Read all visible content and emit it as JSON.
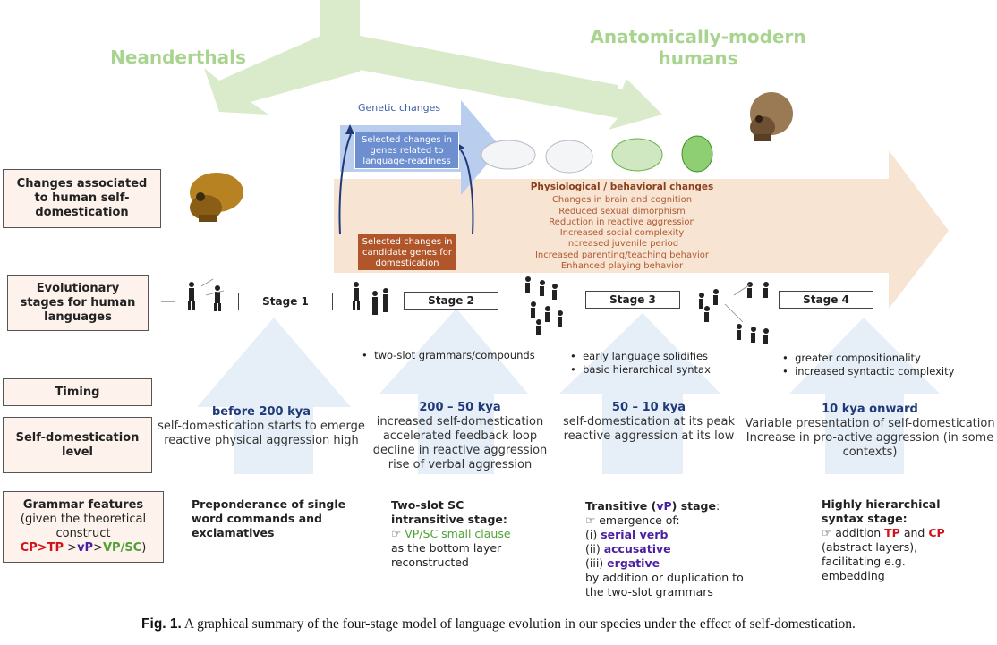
{
  "species": {
    "neanderthals": "Neanderthals",
    "amh_line1": "Anatomically-modern",
    "amh_line2": "humans"
  },
  "rows": {
    "changes": "Changes associated to human self-domestication",
    "stages": "Evolutionary stages for human languages",
    "timing": "Timing",
    "selfdom": "Self-domestication level",
    "grammar_title": "Grammar features",
    "grammar_sub1": "(given the theoretical",
    "grammar_sub2": "construct",
    "grammar_cp": "CP>TP",
    "grammar_gt": " >",
    "grammar_vp": "vP",
    "grammar_gt2": ">",
    "grammar_vpsc": "VP/SC",
    "grammar_close": ")"
  },
  "genetic": {
    "heading": "Genetic changes",
    "blue_box": "Selected changes in genes related to language-readiness",
    "brown_box": "Selected changes in candidate genes for domestication"
  },
  "physio": {
    "title": "Physiological / behavioral changes",
    "items": [
      "Changes in brain and cognition",
      "Reduced sexual dimorphism",
      "Reduction in reactive aggression",
      "Increased social complexity",
      "Increased juvenile period",
      "Increased parenting/teaching behavior",
      "Enhanced playing behavior"
    ]
  },
  "stages": [
    "Stage 1",
    "Stage 2",
    "Stage 3",
    "Stage 4"
  ],
  "bullets": {
    "s2": [
      "two-slot grammars/compounds"
    ],
    "s3": [
      "early language solidifies",
      "basic hierarchical syntax"
    ],
    "s4": [
      "greater compositionality",
      "increased syntactic complexity"
    ]
  },
  "timing": [
    {
      "time": "before 200 kya",
      "lines": [
        "self-domestication starts to emerge",
        "reactive physical aggression high"
      ]
    },
    {
      "time": "200 – 50 kya",
      "lines": [
        "increased self-domestication",
        "accelerated feedback loop",
        "decline in reactive aggression",
        "rise of verbal aggression"
      ]
    },
    {
      "time": "50 – 10 kya",
      "lines": [
        "self-domestication at its peak",
        "reactive aggression at its low"
      ]
    },
    {
      "time": "10 kya onward",
      "lines": [
        "Variable presentation of self-domestication",
        "Increase in pro-active aggression (in some",
        "contexts)"
      ]
    }
  ],
  "grammar": {
    "s1": {
      "title": "Preponderance of single word commands and exclamatives"
    },
    "s2": {
      "title1": "Two-slot SC",
      "title2": "intransitive stage:",
      "hand": "☞",
      "green": "VP/SC small clause",
      "rest1": "as the bottom layer",
      "rest2": "reconstructed"
    },
    "s3": {
      "title_a": "Transitive (",
      "title_vp": "vP",
      "title_b": ") stage",
      "colon": ":",
      "hand": "☞",
      "emergence": "emergence of:",
      "i": "(i)",
      "i_val": "serial verb",
      "ii": "(ii)",
      "ii_val": "accusative",
      "iii": "(iii)",
      "iii_val": "ergative",
      "rest1": "by addition or duplication to",
      "rest2": "the two-slot grammars"
    },
    "s4": {
      "title1": "Highly hierarchical",
      "title2": "syntax stage:",
      "hand": "☞",
      "addition": "addition",
      "tp": "TP",
      "and": "and",
      "cp": "CP",
      "rest1": "(abstract layers),",
      "rest2": "facilitating e.g.",
      "rest3": "embedding"
    }
  },
  "caption": {
    "label": "Fig. 1.",
    "text": "A graphical summary of the four-stage model of language evolution in our species under the effect of self-domestication."
  },
  "colors": {
    "green_arrow": "#d9ebcb",
    "orange_arrow": "#f8e4d3",
    "blue_arrow": "#e6eef8",
    "gene_arrow": "#b9cdee",
    "navy_arc": "#1f3a78",
    "accent_red": "#d0121b",
    "accent_purple": "#4b1fa0",
    "accent_green": "#4ea235"
  }
}
